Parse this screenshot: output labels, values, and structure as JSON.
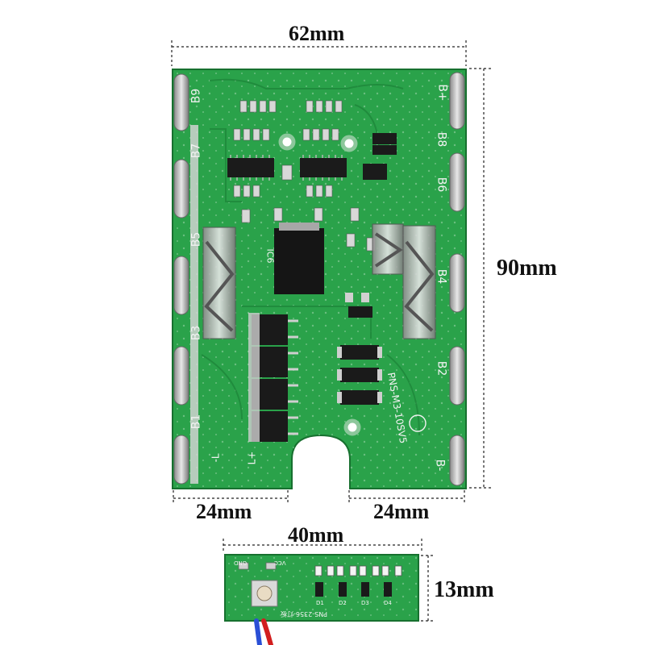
{
  "dimensions": {
    "width_top": "62mm",
    "height_right": "90mm",
    "bottom_left": "24mm",
    "bottom_right": "24mm",
    "small_width": "40mm",
    "small_height": "13mm"
  },
  "pads_left": [
    "B9",
    "B7",
    "B5",
    "B3",
    "B1"
  ],
  "pads_right": [
    "B+",
    "B8",
    "B6",
    "B4",
    "B2",
    "B-"
  ],
  "board_text": {
    "chip_label": "IC6",
    "part_number": "PNS-M3-10SV5",
    "terminal_neg": "-L",
    "terminal_pos": "L+",
    "small_part": "PNS-2356-灯板",
    "small_gnd": "GND",
    "small_vcc": "VCC",
    "led_labels": [
      "D1",
      "D2",
      "D3",
      "D4"
    ]
  },
  "colors": {
    "pcb_green": "#2aa24a",
    "pcb_dark": "#1c7f36",
    "pad_silver": "#e4e4e4",
    "wire_red": "#d21e1e",
    "wire_blue": "#2a4fd6"
  }
}
